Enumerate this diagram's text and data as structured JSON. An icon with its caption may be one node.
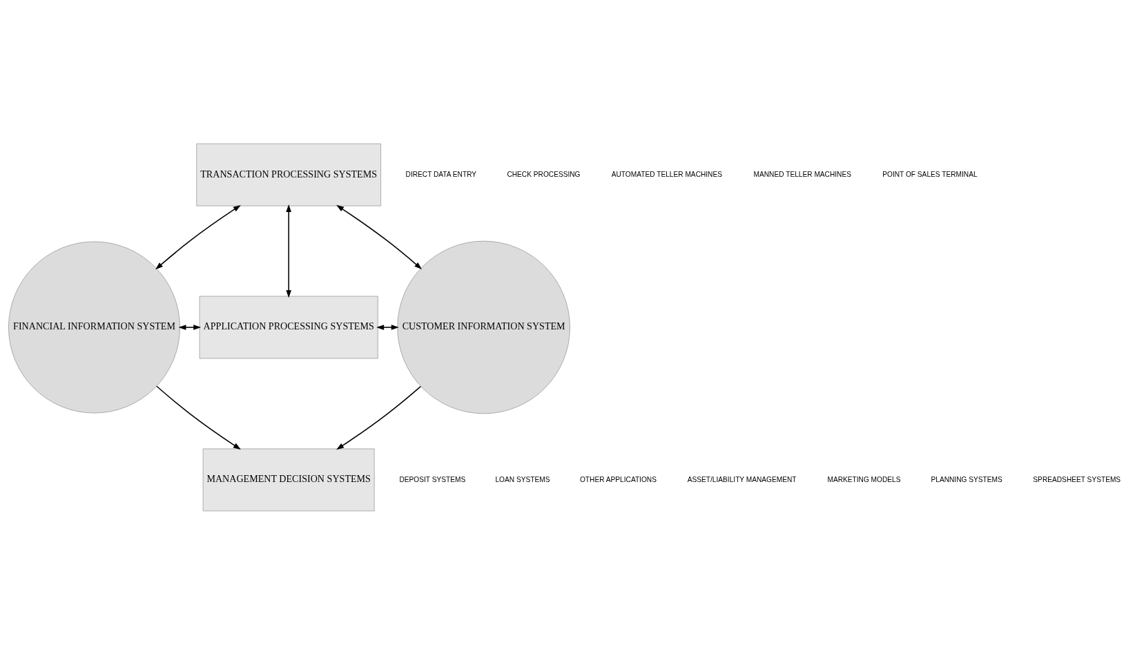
{
  "diagram": {
    "nodes": [
      {
        "text": [
          "TRANSACTION PROCESSING SYSTEMS"
        ]
      },
      {
        "text": [
          "FINANCIAL INFORMATION SYSTEM"
        ]
      },
      {
        "text": [
          "APPLICATION PROCESSING SYSTEMS"
        ]
      },
      {
        "text": [
          "CUSTOMER INFORMATION SYSTEM"
        ]
      },
      {
        "text": [
          "MANAGEMENT DECISION SYSTEMS"
        ]
      }
    ],
    "edges": [
      {
        "from": 0,
        "to": 1,
        "arrow": "both"
      },
      {
        "from": 0,
        "to": 3,
        "arrow": "both"
      },
      {
        "from": 0,
        "to": 2,
        "arrow": "both"
      },
      {
        "from": 1,
        "to": 2,
        "arrow": "both"
      },
      {
        "from": 2,
        "to": 3,
        "arrow": "both"
      },
      {
        "from": 1,
        "to": 4,
        "arrow": "to"
      },
      {
        "from": 3,
        "to": 4,
        "arrow": "to"
      }
    ],
    "labels": [
      "DIRECT DATA ENTRY",
      "CHECK PROCESSING",
      "AUTOMATED TELLER MACHINES",
      "MANNED TELLER MACHINES",
      "POINT OF SALES TERMINAL",
      "DEPOSIT SYSTEMS",
      "LOAN SYSTEMS",
      "OTHER APPLICATIONS",
      "ASSET/LIABILITY MANAGEMENT",
      "MARKETING MODELS",
      "PLANNING SYSTEMS",
      "SPREADSHEET SYSTEMS"
    ]
  }
}
